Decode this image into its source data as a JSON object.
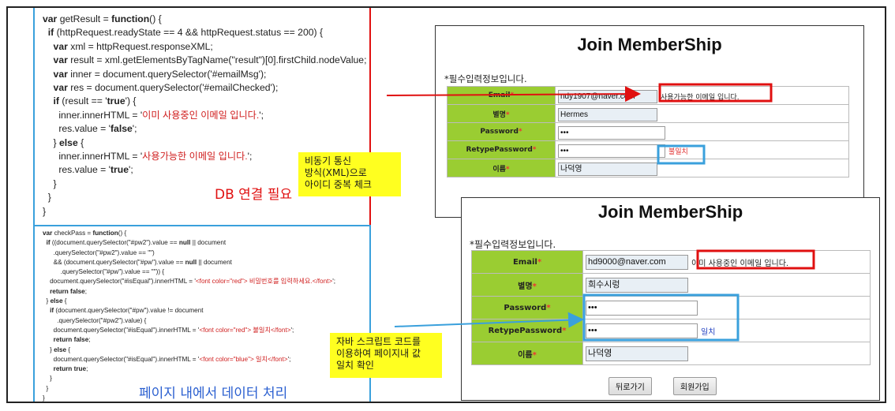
{
  "code_top": [
    "var getResult = function() {",
    "  if (httpRequest.readyState == 4 && httpRequest.status == 200) {",
    "    var xml = httpRequest.responseXML;",
    "    var result = xml.getElementsByTagName(\"result\")[0].firstChild.nodeValue;",
    "    var inner = document.querySelector('#emailMsg');",
    "    var res = document.querySelector('#emailChecked');",
    "    if (result == 'true') {",
    "      inner.innerHTML = '이미 사용중인 이메일 입니다.';",
    "      res.value = 'false';",
    "    } else {",
    "      inner.innerHTML = '사용가능한 이메일 입니다.';",
    "      res.value = 'true';",
    "    }",
    "  }",
    "}"
  ],
  "code_bottom": [
    "var checkPass = function() {",
    "  if ((document.querySelector(\"#pw2\").value == null || document",
    "      .querySelector(\"#pw2\").value == \"\")",
    "      && (document.querySelector(\"#pw\").value == null || document",
    "          .querySelector(\"#pw\").value == \"\")) {",
    "    document.querySelector(\"#isEqual\").innerHTML = '<font color=\"red\"> 비밀번호를 입력하세요.</font>';",
    "    return false;",
    "  } else {",
    "    if (document.querySelector(\"#pw\").value != document",
    "        .querySelector(\"#pw2\").value) {",
    "      document.querySelector(\"#isEqual\").innerHTML = '<font color=\"red\"> 불일치</font>';",
    "      return false;",
    "    } else {",
    "      document.querySelector(\"#isEqual\").innerHTML = '<font color=\"blue\"> 일치</font>';",
    "      return true;",
    "    }",
    "  }",
    "}"
  ],
  "notes": {
    "db_required": "DB 연결 필요",
    "in_page": "페이지 내에서 데이터 처리",
    "async_note": "비동기 통신\n방식(XML)으로\n아이디 중복 체크",
    "js_note": "자바 스크립트 코드를\n이용하여 페이지내 값\n일치 확인"
  },
  "form1": {
    "title": "Join MemberShip",
    "required_note": "*필수입력정보입니다.",
    "rows": [
      {
        "label": "Email",
        "value": "ndy1907@naver.com",
        "message": "사용가능한 이메일 입니다."
      },
      {
        "label": "별명",
        "value": "Hermes",
        "message": ""
      },
      {
        "label": "Password",
        "value": "•••",
        "message": ""
      },
      {
        "label": "RetypePassword",
        "value": "•••",
        "message": "불일치"
      },
      {
        "label": "이름",
        "value": "나덕영",
        "message": ""
      }
    ]
  },
  "form2": {
    "title": "Join MemberShip",
    "required_note": "*필수입력정보입니다.",
    "rows": [
      {
        "label": "Email",
        "value": "hd9000@naver.com",
        "message": "이미 사용중인 이메일 입니다."
      },
      {
        "label": "별명",
        "value": "희수시렁",
        "message": ""
      },
      {
        "label": "Password",
        "value": "•••",
        "message": ""
      },
      {
        "label": "RetypePassword",
        "value": "•••",
        "message": "일치"
      },
      {
        "label": "이름",
        "value": "나덕영",
        "message": ""
      }
    ],
    "back_button": "뒤로가기",
    "join_button": "회원가입"
  },
  "colors": {
    "red": "#e01010",
    "blue": "#3aa0dc",
    "note_bg": "#ffff20",
    "label_green": "#9acd32",
    "mismatch": "#e03030",
    "match": "#2040c0"
  }
}
